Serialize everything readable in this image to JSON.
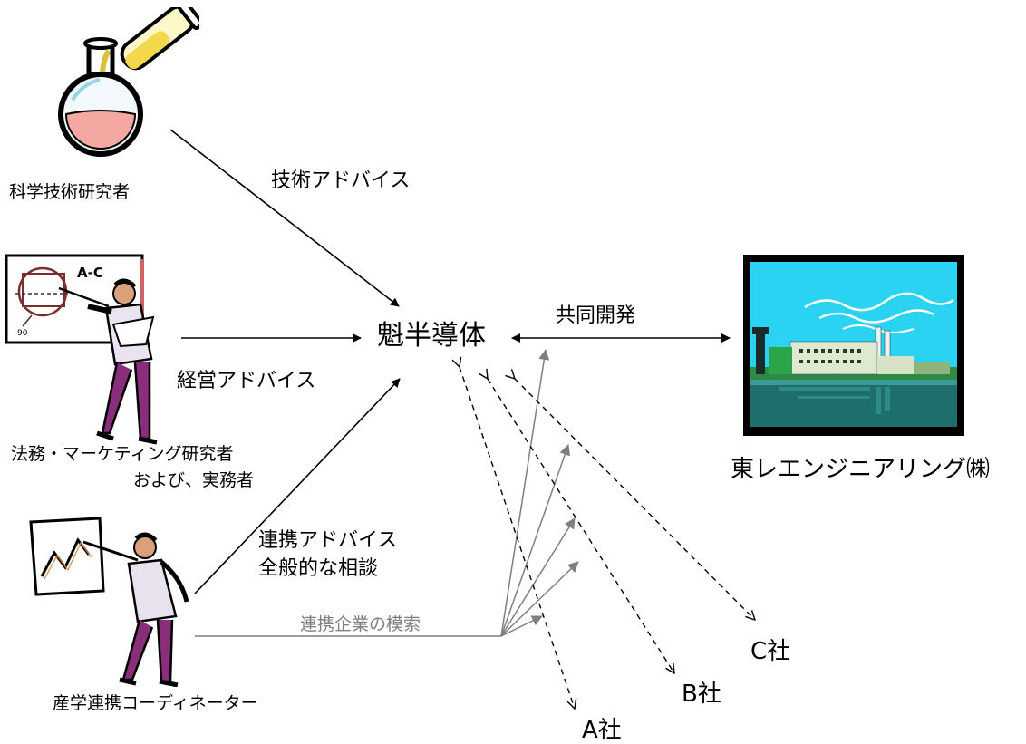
{
  "center": {
    "label": "魁半導体"
  },
  "actors": {
    "scientist": {
      "label": "科学技術研究者"
    },
    "legal": {
      "line1": "法務・マーケティング研究者",
      "line2": "および、実務者"
    },
    "coordinator": {
      "label": "産学連携コーディネーター"
    },
    "company": {
      "label": "東レエンジニアリング㈱"
    }
  },
  "edges": {
    "tech_advice": "技術アドバイス",
    "mgmt_advice": "経営アドバイス",
    "collab_advice_1": "連携アドバイス",
    "collab_advice_2": "全般的な相談",
    "joint_dev": "共同開発",
    "partner_search": "連携企業の模索"
  },
  "partners": {
    "a": "A社",
    "b": "B社",
    "c": "C社"
  },
  "colors": {
    "solid": "#000000",
    "gray": "#7f7f7f",
    "sky": "#2ad3f2",
    "water": "#1e6f6b"
  },
  "icons": [
    "flask-icon",
    "presenter-icon",
    "coordinator-icon",
    "factory-icon"
  ]
}
